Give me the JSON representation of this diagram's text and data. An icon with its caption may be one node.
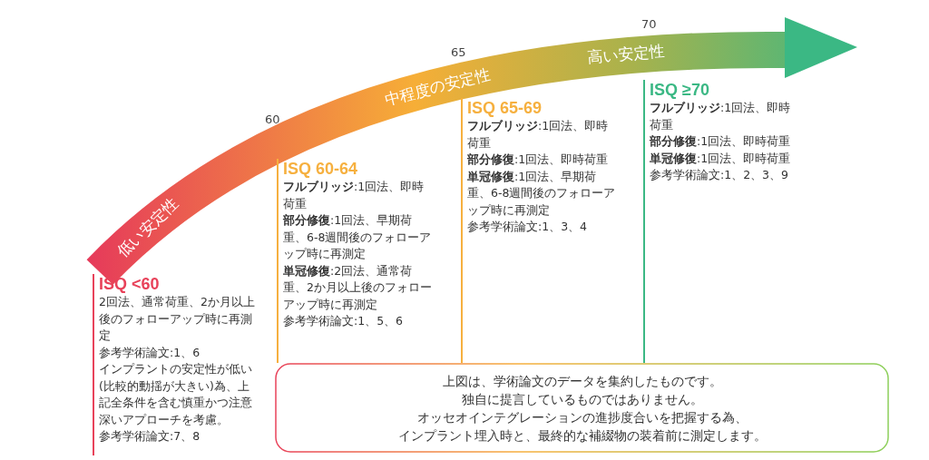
{
  "diagram": {
    "nodes": [
      {
        "text": [
          "ISQ <60",
          "2回法、通常荷重、2か月以上後のフォローアップ時に再測定",
          "参考学術論文:1、6",
          "インプラントの安定性が低い(比較的動揺が大きい)為、上記全条件を含む慎重かつ注意深いアプローチを考慮。",
          "参考学術論文:7、8"
        ]
      },
      {
        "text": [
          "ISQ 60-64",
          "**フルブリッジ**:1回法、即時荷重",
          "**部分修復**:1回法、早期荷重、6-8週間後のフォローアップ時に再測定",
          "**単冠修復**:2回法、通常荷重、2か月以上後のフォローアップ時に再測定",
          "参考学術論文:1、5、6"
        ]
      },
      {
        "text": [
          "ISQ 65-69",
          "**フルブリッジ**:1回法、即時荷重",
          "**部分修復**:1回法、即時荷重",
          "**単冠修復**:1回法、早期荷重、6-8週間後のフォローアップ時に再測定",
          "参考学術論文:1、3、4"
        ]
      },
      {
        "text": [
          "ISQ ≥70",
          "**フルブリッジ**:1回法、即時荷重",
          "**部分修復**:1回法、即時荷重",
          "**単冠修復**:1回法、即時荷重",
          "参考学術論文:1、2、3、9"
        ]
      },
      {
        "text": [
          "上図は、学術論文のデータを集約したものです。",
          "独自に提言しているものではありません。",
          "オッセオインテグレーションの進捗度合いを把握する為、",
          "インプラント埋入時と、最終的な補綴物の装着前に測定します。"
        ]
      }
    ],
    "labels": [
      "低い安定性",
      "60",
      "中程度の安定性",
      "65",
      "高い安定性",
      "70"
    ]
  }
}
